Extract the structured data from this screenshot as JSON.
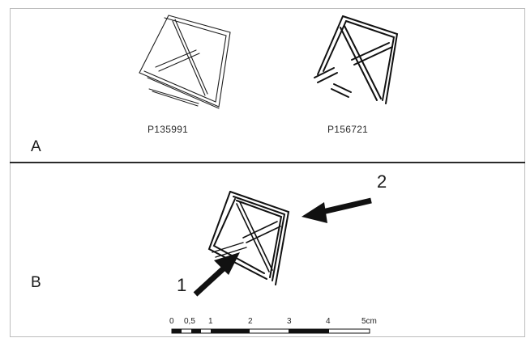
{
  "panel_a": {
    "letter": "A",
    "specimens": [
      {
        "id": "P135991"
      },
      {
        "id": "P156721"
      }
    ]
  },
  "panel_b": {
    "letter": "B",
    "callouts": [
      "1",
      "2"
    ]
  },
  "scale_bar": {
    "labels": [
      "0",
      "0,5",
      "1",
      "2",
      "3",
      "4",
      "5cm"
    ]
  },
  "colors": {
    "ink": "#1a1a1a",
    "border": "#bdbdbd",
    "divider": "#2a2a2a"
  }
}
